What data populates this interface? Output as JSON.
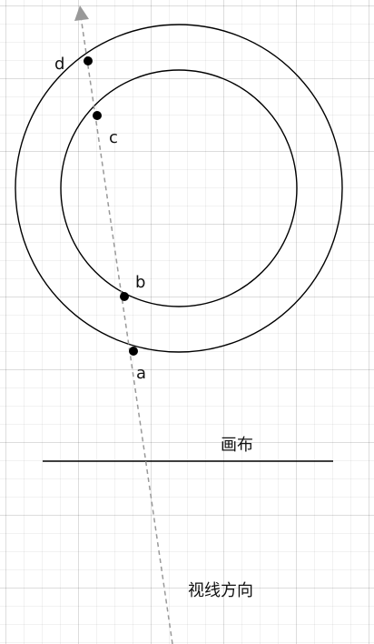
{
  "labels": {
    "point_a": "a",
    "point_b": "b",
    "point_c": "c",
    "point_d": "d",
    "canvas": "画布",
    "view_direction": "视线方向"
  },
  "colors": {
    "stroke": "#000000",
    "sight_line": "#999999",
    "text": "#111111"
  }
}
